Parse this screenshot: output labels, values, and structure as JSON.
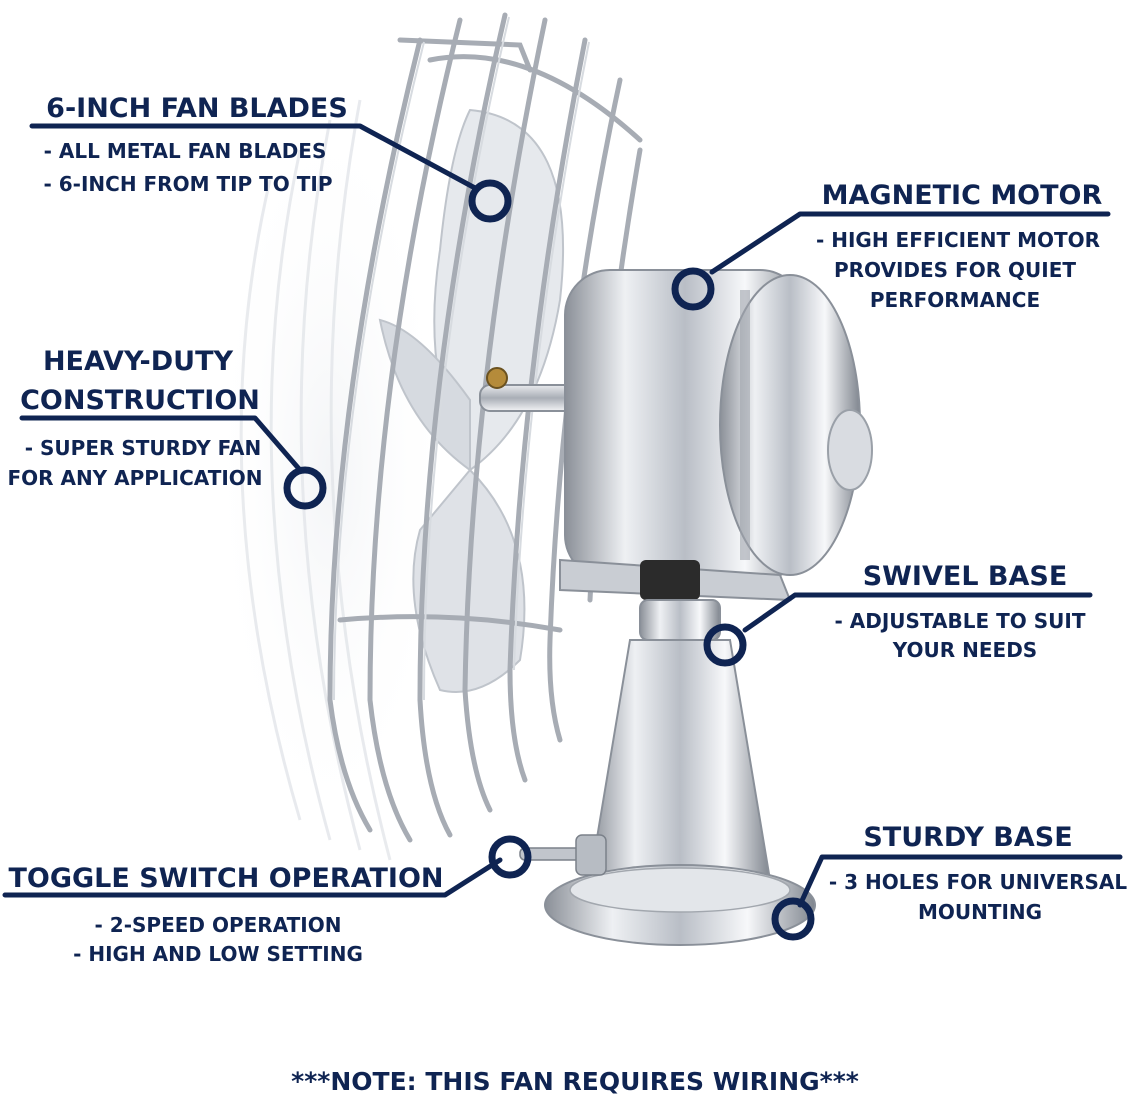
{
  "colors": {
    "navy": "#0f2452",
    "chrome_light": "#f4f5f7",
    "chrome_mid": "#c7cbd2",
    "chrome_dark": "#7c828c"
  },
  "callouts": {
    "fan_blades": {
      "title": "6-INCH FAN BLADES",
      "lines": [
        "- ALL METAL FAN BLADES",
        "- 6-INCH FROM TIP TO TIP"
      ]
    },
    "motor": {
      "title": "MAGNETIC MOTOR",
      "lines": [
        "- HIGH EFFICIENT MOTOR",
        "PROVIDES FOR QUIET",
        "PERFORMANCE"
      ]
    },
    "construction": {
      "title_lines": [
        "HEAVY-DUTY",
        "CONSTRUCTION"
      ],
      "lines": [
        "- SUPER STURDY FAN",
        "FOR ANY APPLICATION"
      ]
    },
    "swivel": {
      "title": "SWIVEL BASE",
      "lines": [
        "- ADJUSTABLE TO SUIT",
        "YOUR NEEDS"
      ]
    },
    "toggle": {
      "title": "TOGGLE SWITCH OPERATION",
      "lines": [
        "- 2-SPEED OPERATION",
        "- HIGH AND LOW SETTING"
      ]
    },
    "base": {
      "title": "STURDY BASE",
      "lines": [
        "- 3 HOLES FOR UNIVERSAL",
        "MOUNTING"
      ]
    }
  },
  "footer": {
    "note": "***NOTE: THIS FAN REQUIRES WIRING***"
  }
}
